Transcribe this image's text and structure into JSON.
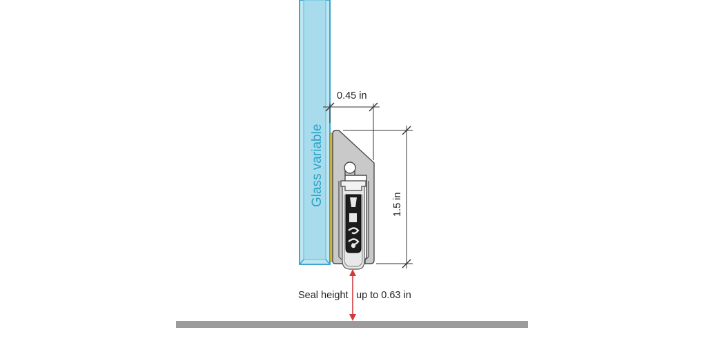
{
  "labels": {
    "glass": "Glass variable",
    "width": "0.45 in",
    "height": "1.5 in",
    "seal_height": "Seal height",
    "seal_range": "up to 0.63 in"
  },
  "colors": {
    "glass_fill": "#bfe6f2",
    "glass_edge": "#3aa7cc",
    "profile_fill": "#c9c9c9",
    "profile_edge": "#4a4a4a",
    "gasket": "#c8b84a",
    "insert_fill": "#1c1c1c",
    "floor": "#9b9b9b",
    "arrow": "#d23a3a",
    "dim_line": "#333333"
  }
}
